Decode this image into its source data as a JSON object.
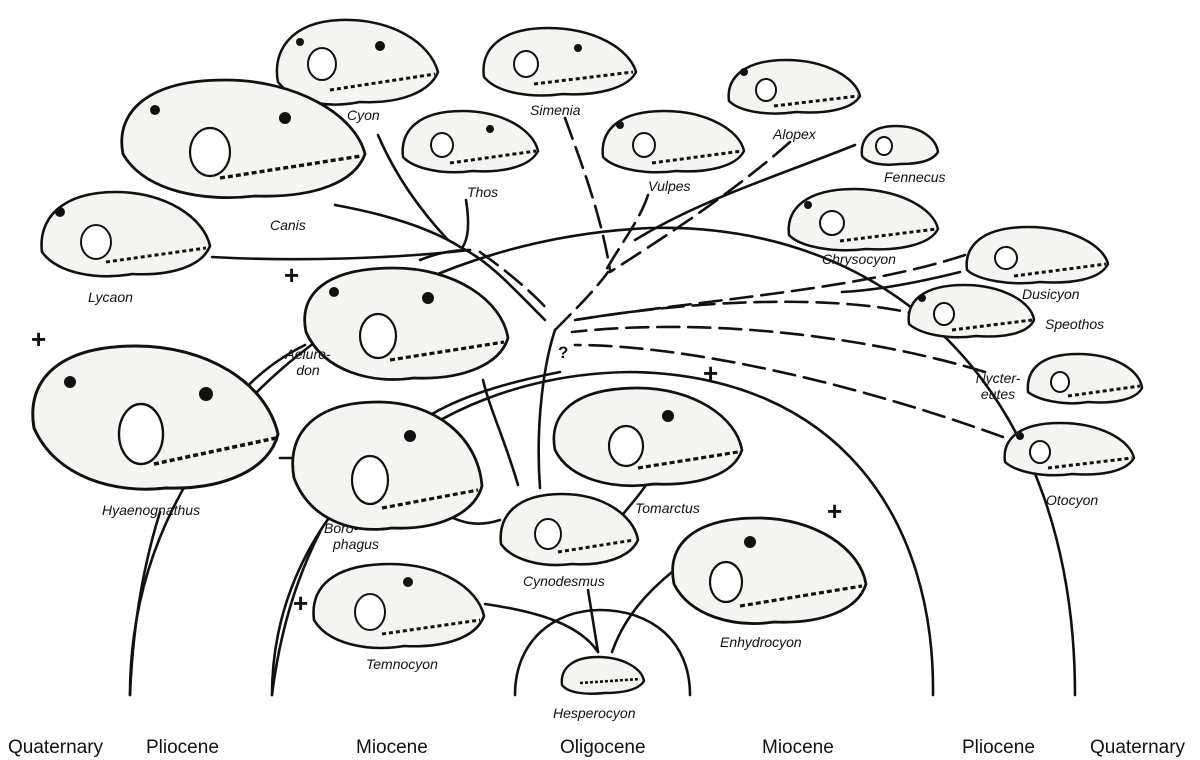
{
  "taxa": {
    "cyon": "Cyon",
    "simenia": "Simenia",
    "alopex": "Alopex",
    "thos": "Thos",
    "vulpes": "Vulpes",
    "fennecus": "Fennecus",
    "canis": "Canis",
    "chrysocyon": "Chrysocyon",
    "lycaon": "Lycaon",
    "dusicyon": "Dusicyon",
    "speothos": "Speothos",
    "aelurodon_1": "Aeluro-",
    "aelurodon_2": "don",
    "nyctereutes_1": "Nycter-",
    "nyctereutes_2": "eutes",
    "hyaenognathus": "Hyaenognathus",
    "otocyon": "Otocyon",
    "tomarctus": "Tomarctus",
    "borophagus_1": "Boro-",
    "borophagus_2": "phagus",
    "cynodesmus": "Cynodesmus",
    "enhydrocyon": "Enhydrocyon",
    "temnocyon": "Temnocyon",
    "hesperocyon": "Hesperocyon"
  },
  "markers": {
    "extinct": "+",
    "uncertain": "?"
  },
  "epochs": {
    "left_quaternary": "Quaternary",
    "left_pliocene": "Pliocene",
    "left_miocene": "Miocene",
    "oligocene": "Oligocene",
    "right_miocene": "Miocene",
    "right_pliocene": "Pliocene",
    "right_quaternary": "Quaternary"
  },
  "colors": {
    "ink": "#111111",
    "skull_fill": "#f4f4f0"
  }
}
